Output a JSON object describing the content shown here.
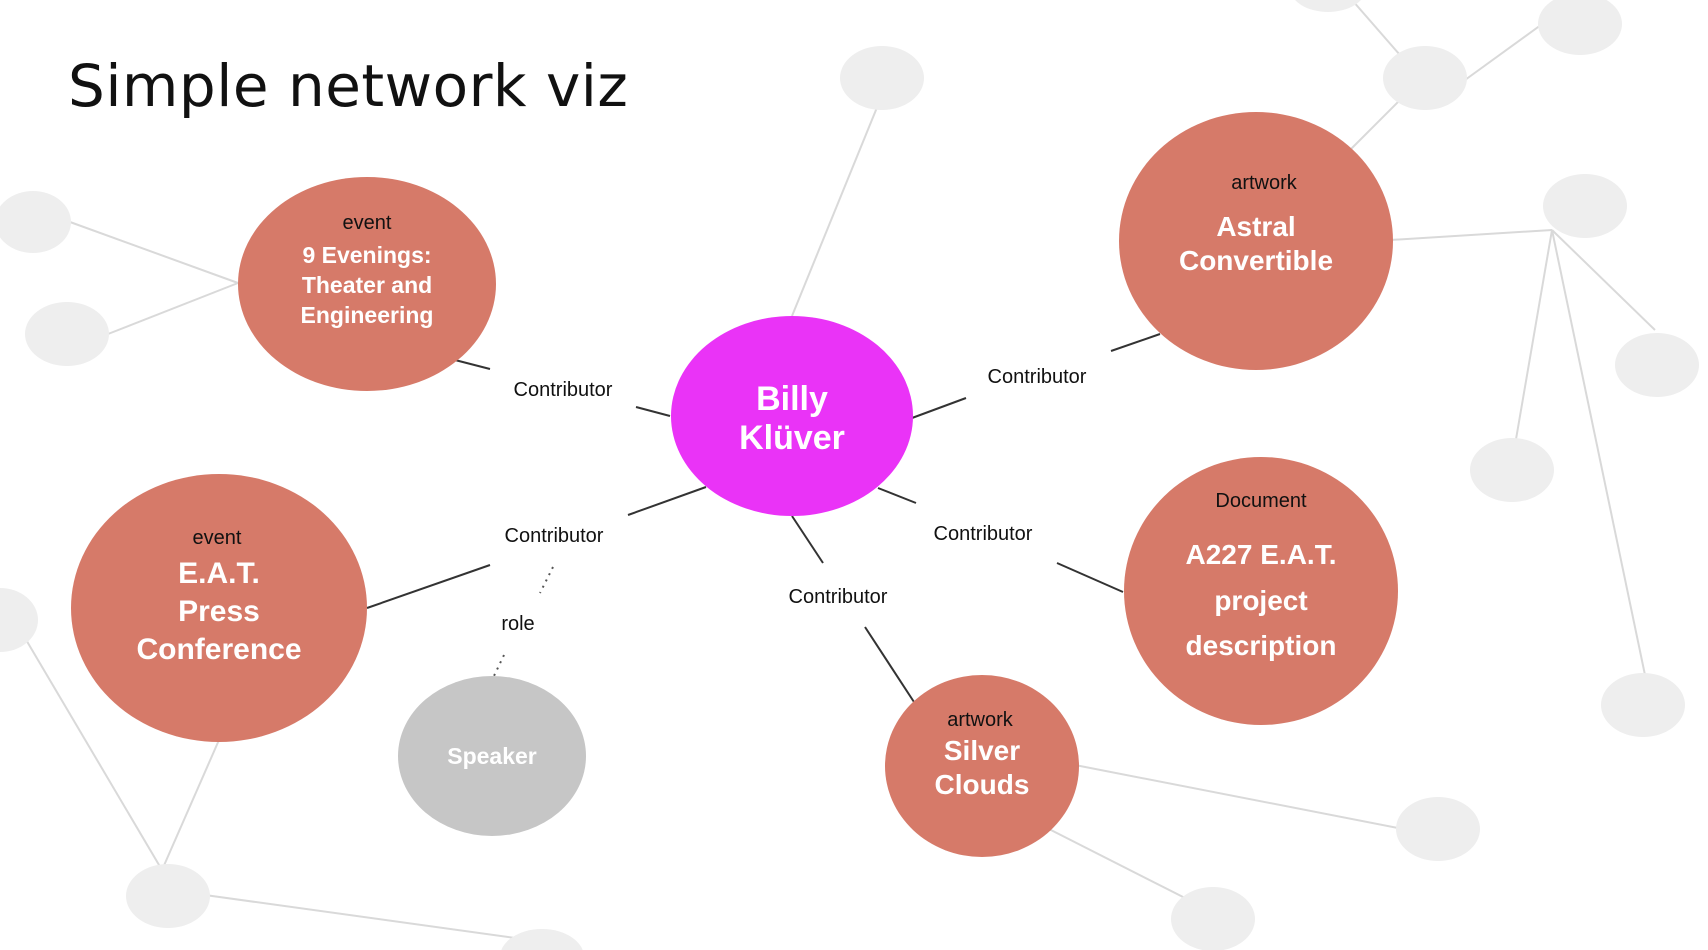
{
  "title": "Simple network viz",
  "colors": {
    "center": "#ea33f7",
    "entity": "#d67a69",
    "secondary": "#c6c6c6",
    "background_node": "#eeeeee",
    "background_edge": "#d9d9d9",
    "edge": "#333333"
  },
  "center": {
    "name_lines": [
      "Billy",
      "Klüver"
    ]
  },
  "entities": [
    {
      "id": "nine-evenings",
      "type": "event",
      "name_lines": [
        "9 Evenings:",
        "Theater and",
        "Engineering"
      ],
      "edge_label": "Contributor"
    },
    {
      "id": "eat-press-conference",
      "type": "event",
      "name_lines": [
        "E.A.T.",
        "Press",
        "Conference"
      ],
      "edge_label": "Contributor"
    },
    {
      "id": "astral-convertible",
      "type": "artwork",
      "name_lines": [
        "Astral",
        "Convertible"
      ],
      "edge_label": "Contributor"
    },
    {
      "id": "a227-eat-project",
      "type": "Document",
      "name_lines": [
        "A227 E.A.T.",
        "project",
        "description"
      ],
      "edge_label": "Contributor"
    },
    {
      "id": "silver-clouds",
      "type": "artwork",
      "name_lines": [
        "Silver",
        "Clouds"
      ],
      "edge_label": "Contributor"
    }
  ],
  "role": {
    "label": "role",
    "node_name": "Speaker"
  }
}
